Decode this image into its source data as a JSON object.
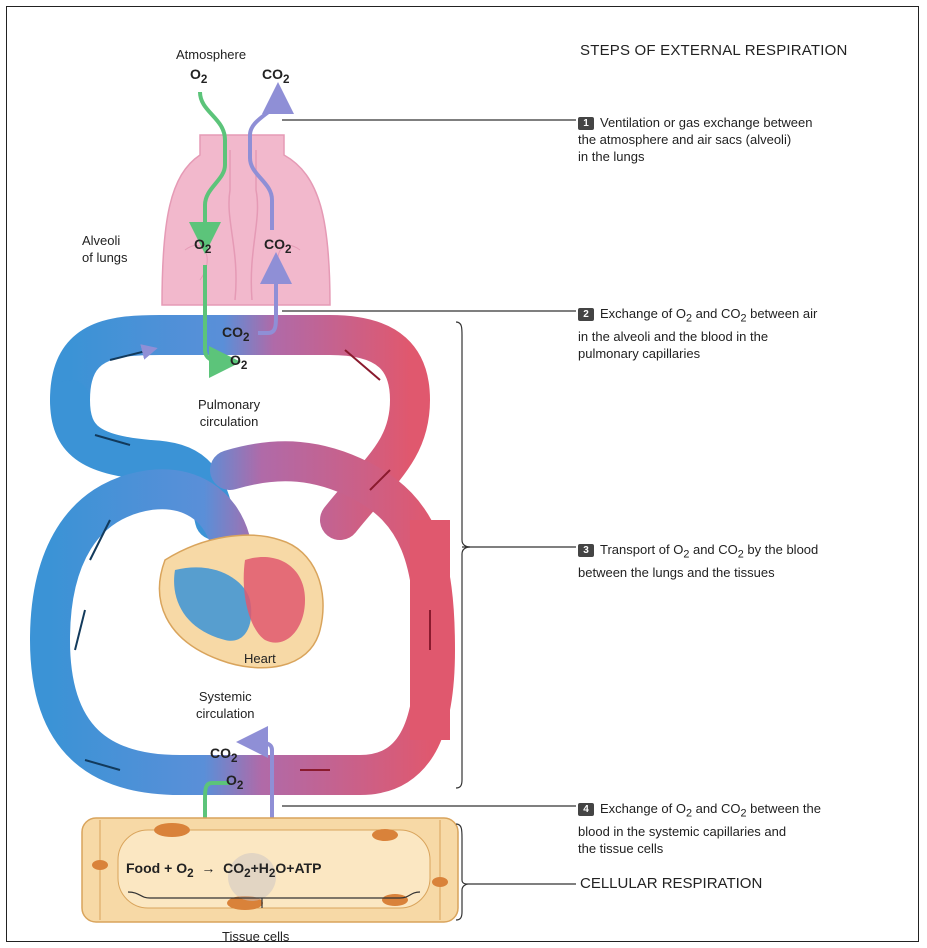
{
  "labels": {
    "atmosphere": "Atmosphere",
    "o2": "O",
    "co2": "CO",
    "sub2": "2",
    "alveoli_line1": "Alveoli",
    "alveoli_line2": "of lungs",
    "pulmonary_line1": "Pulmonary",
    "pulmonary_line2": "circulation",
    "systemic_line1": "Systemic",
    "systemic_line2": "circulation",
    "heart": "Heart",
    "tissue_cells": "Tissue cells",
    "equation": {
      "food": "Food",
      "plus1": "+",
      "o2": "O",
      "arrow": "→",
      "co2": "CO",
      "plus2": "+",
      "h2o_a": "H",
      "h2o_b": "O",
      "plus3": "+",
      "atp": "ATP"
    }
  },
  "title": "STEPS OF EXTERNAL RESPIRATION",
  "steps": [
    {
      "number": "1",
      "lines": [
        "Ventilation or gas exchange between",
        "the atmosphere and air sacs (alveoli)",
        "in the lungs"
      ]
    },
    {
      "number": "2",
      "line1_a": "Exchange of O",
      "line1_b": " and CO",
      "line1_c": " between air",
      "lines": [
        "in the alveoli and the blood in the",
        "pulmonary capillaries"
      ]
    },
    {
      "number": "3",
      "line1_a": "Transport of O",
      "line1_b": " and CO",
      "line1_c": " by the blood",
      "lines": [
        "between the lungs and the tissues"
      ]
    },
    {
      "number": "4",
      "line1_a": "Exchange of O",
      "line1_b": " and CO",
      "line1_c": " between the",
      "lines": [
        "blood in the systemic capillaries and",
        "the tissue cells"
      ]
    }
  ],
  "cellular_respiration": "CELLULAR RESPIRATION",
  "colors": {
    "o2_arrow": "#5cc47a",
    "co2_arrow": "#8f8fd6",
    "oxygenated_blood": "#e0586e",
    "deoxygenated_blood": "#3b93d6",
    "lungs": "#f2b8cc",
    "tissue": "#f7d9a6",
    "mitochondria": "#d9823a"
  }
}
